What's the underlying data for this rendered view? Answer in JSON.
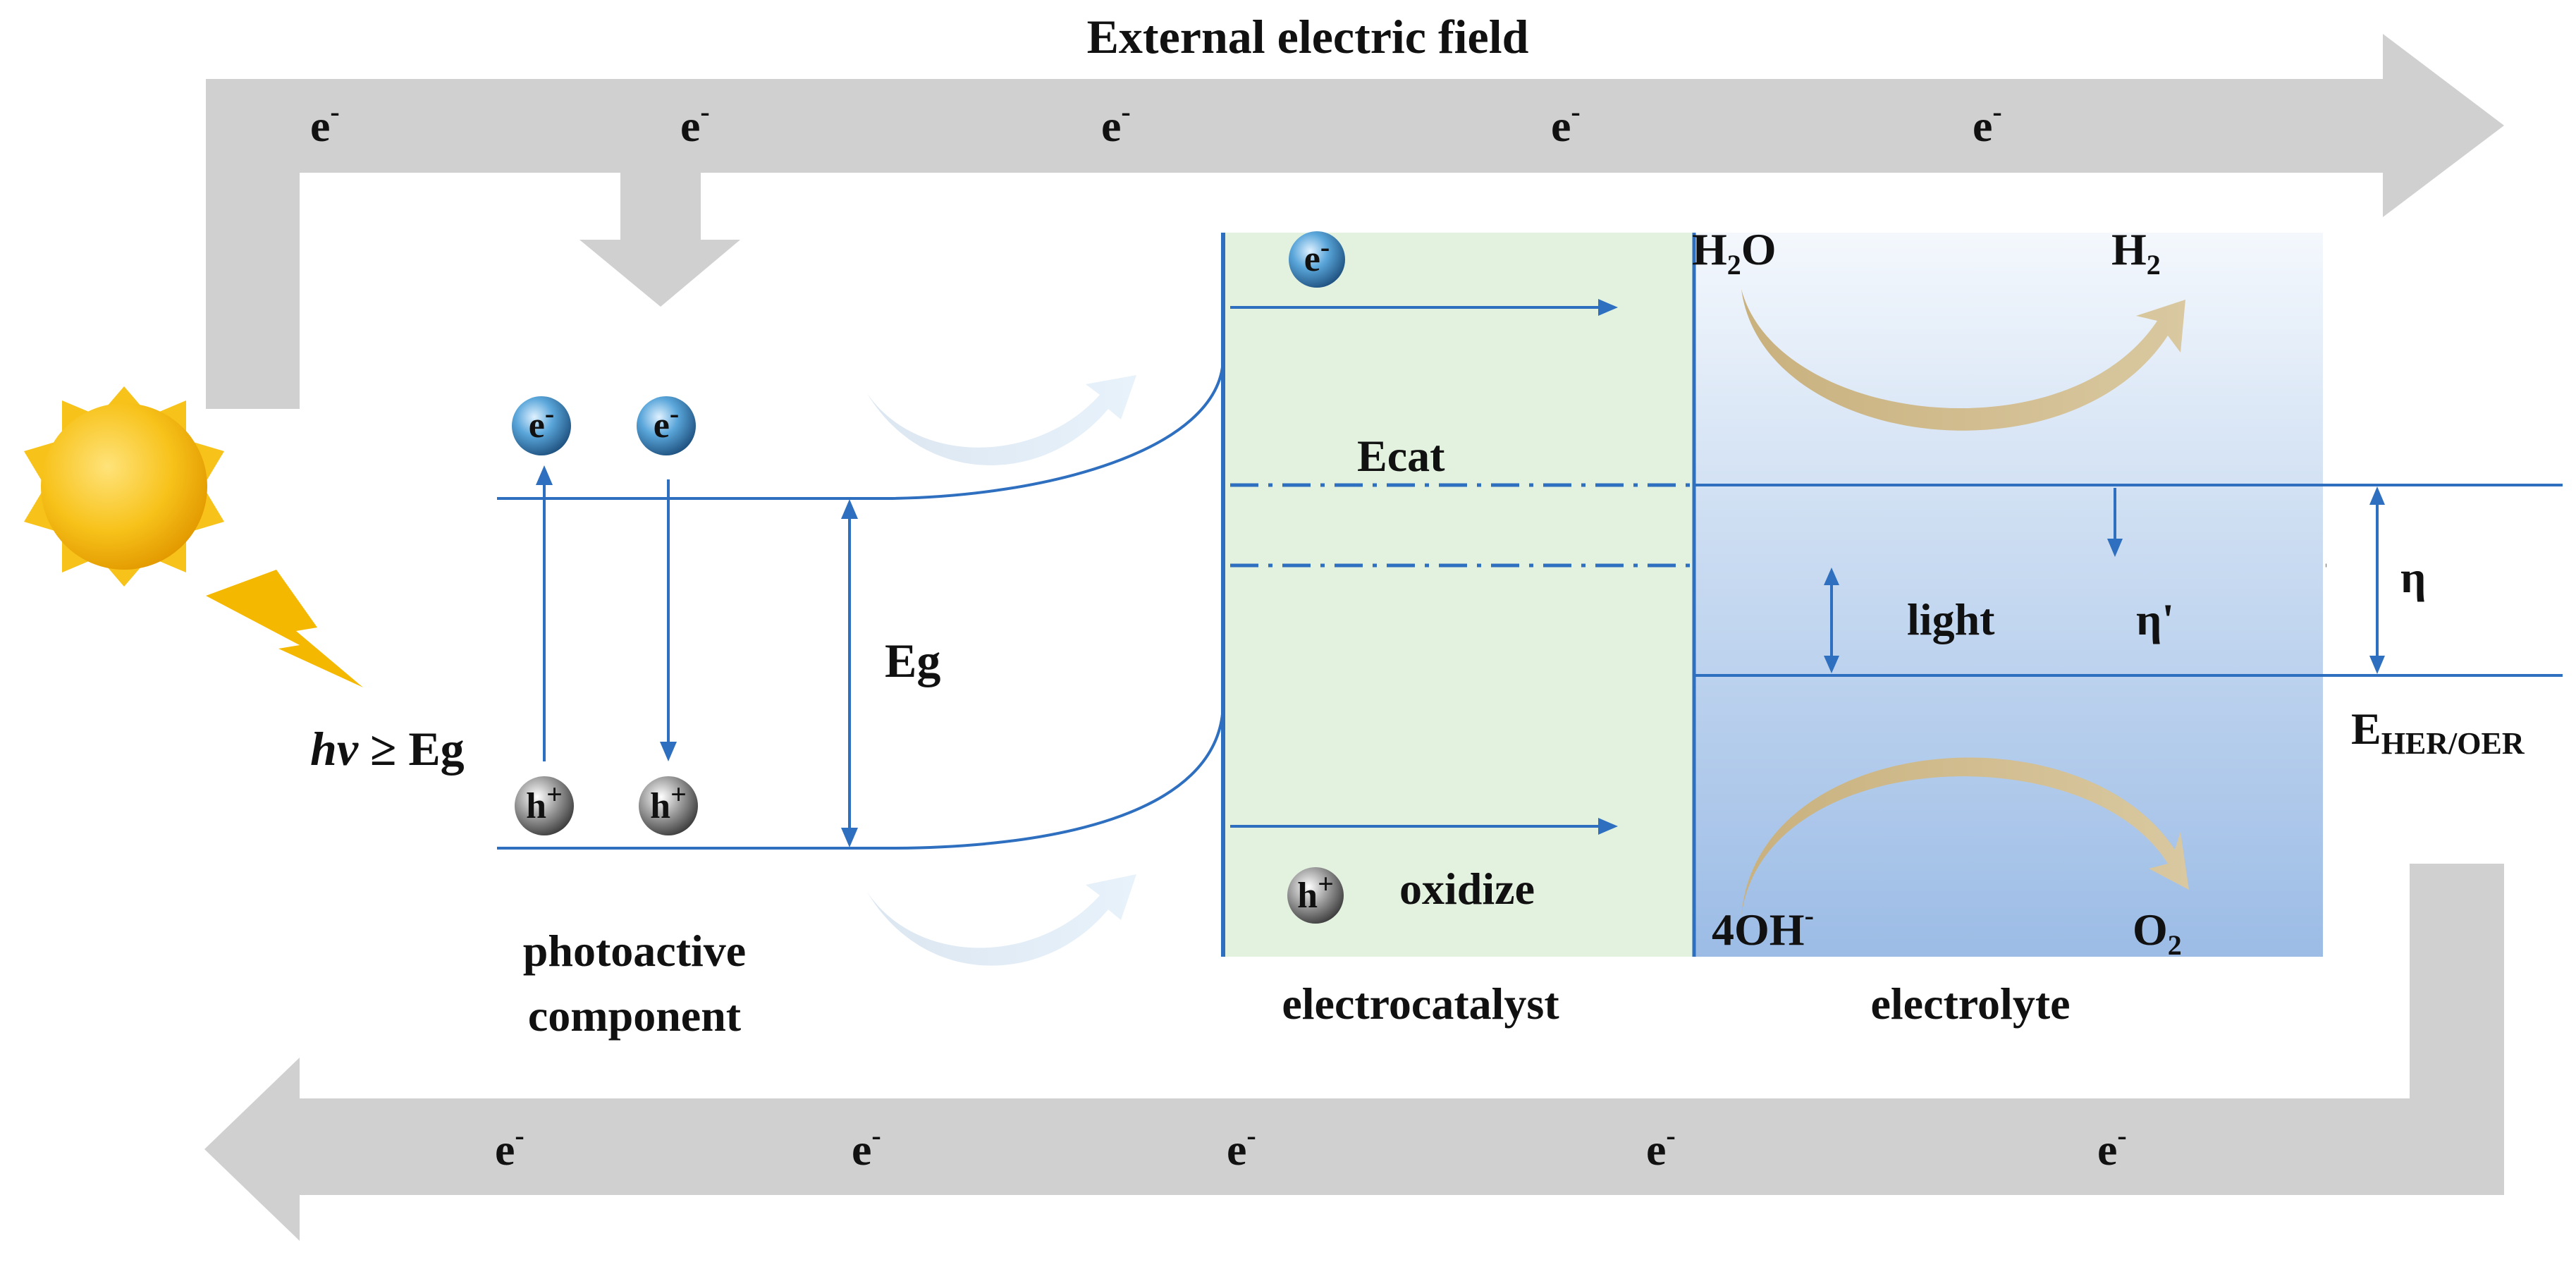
{
  "title": "External electric field",
  "electron_symbol": "e",
  "electron_charge": "-",
  "hole_symbol": "h",
  "hole_charge": "+",
  "excitation": {
    "italic_part": "hv",
    "rest": " ≥ Eg"
  },
  "labels": {
    "eg": "Eg",
    "ecat": "Ecat",
    "light": "light",
    "eta": "η",
    "eta_prime": "η'",
    "oxidize": "oxidize",
    "photoactive_1": "photoactive",
    "photoactive_2": "component",
    "electrocatalyst": "electrocatalyst",
    "electrolyte": "electrolyte",
    "e_her_main": "E",
    "e_her_sub": "HER/OER"
  },
  "reactions": {
    "h2o_a": "H",
    "h2o_sub": "2",
    "h2o_b": "O",
    "h2_a": "H",
    "h2_sub": "2",
    "oh_a": "4OH",
    "oh_sup": "-",
    "o2_a": "O",
    "o2_sub": "2"
  },
  "colors": {
    "arrow_gray": "#d0d0d0",
    "line_blue": "#2f6fbf",
    "catalyst_green": "#e3f1df",
    "electrolyte_top": "#f2f7fc",
    "electrolyte_bottom": "#9fbfe6",
    "sun": "#f5b800",
    "bolt": "#f5b800"
  }
}
